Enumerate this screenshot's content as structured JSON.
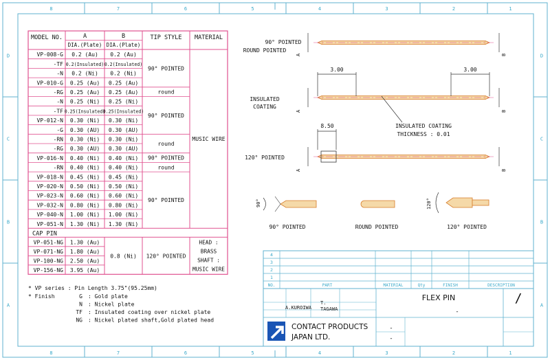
{
  "frame": {
    "top_numbers": [
      "8",
      "7",
      "6",
      "5",
      "4",
      "3",
      "2",
      "1"
    ],
    "side_letters": [
      "D",
      "C",
      "B",
      "A"
    ]
  },
  "table": {
    "headers": {
      "model": "MODEL NO.",
      "a": "A",
      "b": "B",
      "a_sub": "DIA.(Plate)",
      "b_sub": "DIA.(Plate)",
      "tip": "TIP STYLE",
      "material": "MATERIAL"
    },
    "rows": [
      {
        "model": "VP-008-G",
        "a": "0.2 (Au)",
        "b": "0.2 (Au)"
      },
      {
        "model": "-TF",
        "a": "0.2(Insulated)",
        "b": "0.2(Insulated)"
      },
      {
        "model": "-N",
        "a": "0.2 (Ni)",
        "b": "0.2 (Ni)"
      },
      {
        "model": "VP-010-G",
        "a": "0.25 (Au)",
        "b": "0.25 (Au)"
      },
      {
        "model": "-RG",
        "a": "0.25 (Au)",
        "b": "0.25 (Au)"
      },
      {
        "model": "-N",
        "a": "0.25 (Ni)",
        "b": "0.25 (Ni)"
      },
      {
        "model": "-TF",
        "a": "0.25(Insulated)",
        "b": "0.25(Insulated)"
      },
      {
        "model": "VP-012-N",
        "a": "0.30 (Ni)",
        "b": "0.30 (Ni)"
      },
      {
        "model": "-G",
        "a": "0.30 (AU)",
        "b": "0.30 (AU)"
      },
      {
        "model": "-RN",
        "a": "0.30 (Ni)",
        "b": "0.30 (Ni)"
      },
      {
        "model": "-RG",
        "a": "0.30 (AU)",
        "b": "0.30 (AU)"
      },
      {
        "model": "VP-016-N",
        "a": "0.40 (Ni)",
        "b": "0.40 (Ni)"
      },
      {
        "model": "-RN",
        "a": "0.40 (Ni)",
        "b": "0.40 (Ni)"
      },
      {
        "model": "VP-018-N",
        "a": "0.45 (Ni)",
        "b": "0.45 (Ni)"
      },
      {
        "model": "VP-020-N",
        "a": "0.50 (Ni)",
        "b": "0.50 (Ni)"
      },
      {
        "model": "VP-023-N",
        "a": "0.60 (Ni)",
        "b": "0.60 (Ni)"
      },
      {
        "model": "VP-032-N",
        "a": "0.80 (Ni)",
        "b": "0.80 (Ni)"
      },
      {
        "model": "VP-040-N",
        "a": "1.00 (Ni)",
        "b": "1.00 (Ni)"
      },
      {
        "model": "VP-051-N",
        "a": "1.30 (Ni)",
        "b": "1.30 (Ni)"
      }
    ],
    "tip_groups": [
      "90° POINTED",
      "round",
      "90° POINTED",
      "round",
      "90° POINTED",
      "round",
      "90° POINTED"
    ],
    "material": "MUSIC WIRE",
    "cap_title": "CAP PIN",
    "cap_rows": [
      {
        "model": "VP-051-NG",
        "a": "1.30 (Au)"
      },
      {
        "model": "VP-071-NG",
        "a": "1.80 (Au)"
      },
      {
        "model": "VP-100-NG",
        "a": "2.50 (Au)"
      },
      {
        "model": "VP-156-NG",
        "a": "3.95 (Au)"
      }
    ],
    "cap_b": "0.8 (Ni)",
    "cap_tip": "120° POINTED",
    "cap_material": [
      "HEAD :",
      "BRASS",
      "SHAFT :",
      "MUSIC WIRE"
    ]
  },
  "notes": {
    "line1": "* VP series : Pin Length 3.75\"(95.25mm)",
    "line2_label": "* Finish",
    "finish": [
      {
        "code": "G",
        "desc": ": Gold plate"
      },
      {
        "code": "N",
        "desc": ": Nickel plate"
      },
      {
        "code": "TF",
        "desc": ": Insulated coating over nickel plate"
      },
      {
        "code": "NG",
        "desc": ": Nickel plated shaft,Gold plated head"
      }
    ]
  },
  "drawing": {
    "pin1_label": [
      "90° POINTED",
      "ROUND POINTED"
    ],
    "pin2_label": [
      "INSULATED",
      "COATING"
    ],
    "pin3_label": "120° POINTED",
    "end_a": "A",
    "end_b": "B",
    "dim_300": "3.00",
    "dim_850": "8.50",
    "coating_note": [
      "INSULATED COATING",
      "THICKNESS : 0.01"
    ],
    "detail_labels": [
      "90° POINTED",
      "ROUND POINTED",
      "120° POINTED"
    ],
    "angle_90": "90°",
    "angle_120": "120°"
  },
  "title_block": {
    "rev_rows": [
      "4",
      "3",
      "2",
      "1"
    ],
    "col_headers": {
      "no": "NO.",
      "part": "PART",
      "material": "MATERIAL",
      "qty": "Qty",
      "finish": "FINISH",
      "description": "DESCRIPTION"
    },
    "drawn": "A.KUROIWA",
    "checked": "T.\nTAGAWA",
    "title": "FLEX PIN",
    "dash": "-",
    "company1": "CONTACT PRODUCTS",
    "company2": "JAPAN LTD.",
    "scale_mark": "/"
  },
  "colors": {
    "table_line": "#e0508f",
    "frame_line": "#5fb2cf",
    "pin_fill": "#f5d9a8",
    "pin_stroke": "#d77c2a",
    "logo": "#1a55b5"
  }
}
